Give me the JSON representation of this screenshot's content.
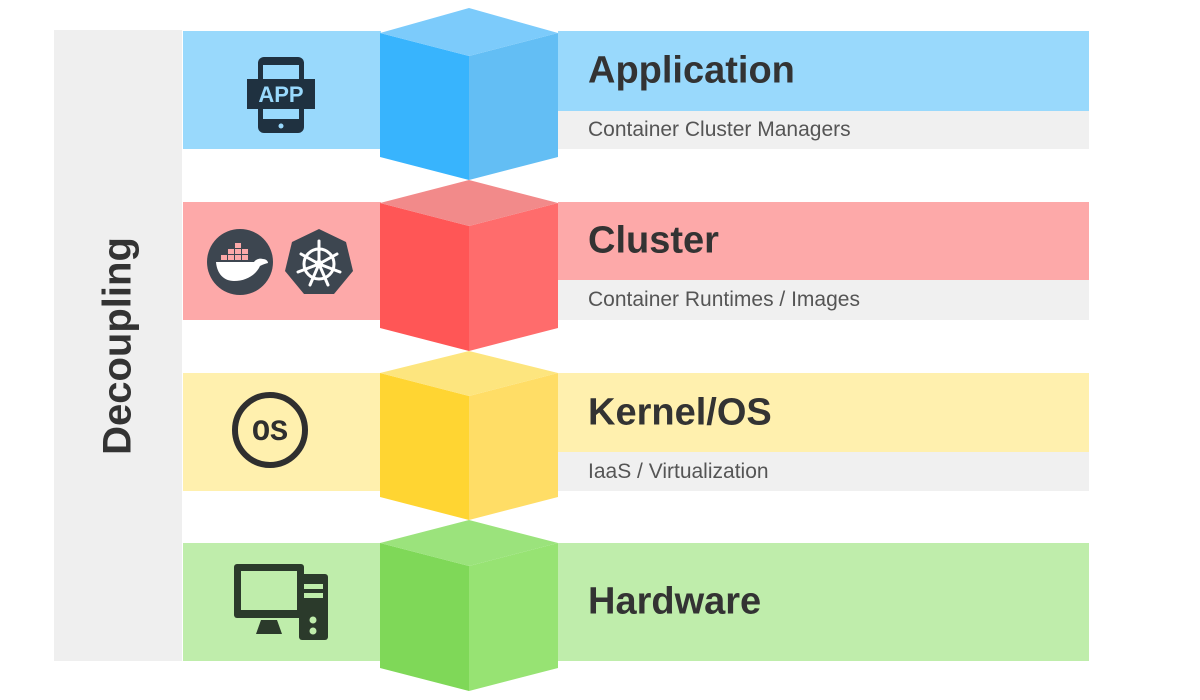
{
  "side": {
    "label": "Decoupling"
  },
  "layers": [
    {
      "title": "Application",
      "subtitle": "Container Cluster Managers",
      "icon": "app-tablet-icon",
      "colors": {
        "band": "#99d9fc",
        "head": "#99d9fc",
        "cube_left": "#38b4fd",
        "cube_right": "#63bef4",
        "cube_top": "#7ccbfb"
      }
    },
    {
      "title": "Cluster",
      "subtitle": "Container Runtimes / Images",
      "icon": "docker-kubernetes-icons",
      "colors": {
        "band": "#fda9a9",
        "head": "#fda9a9",
        "cube_left": "#ff5656",
        "cube_right": "#ff6c6c",
        "cube_top": "#f28a8a"
      }
    },
    {
      "title": "Kernel/OS",
      "subtitle": "IaaS / Virtualization",
      "icon": "os-icon",
      "colors": {
        "band": "#fff0ae",
        "head": "#fff0ae",
        "cube_left": "#ffd532",
        "cube_right": "#ffdd66",
        "cube_top": "#fde57e"
      }
    },
    {
      "title": "Hardware",
      "subtitle": "",
      "icon": "computer-icon",
      "colors": {
        "band": "#bfedab",
        "head": "#bfedab",
        "cube_left": "#7fd858",
        "cube_right": "#97e373",
        "cube_top": "#9be37c"
      }
    }
  ],
  "icon_labels": {
    "app": "APP",
    "os": "OS"
  }
}
